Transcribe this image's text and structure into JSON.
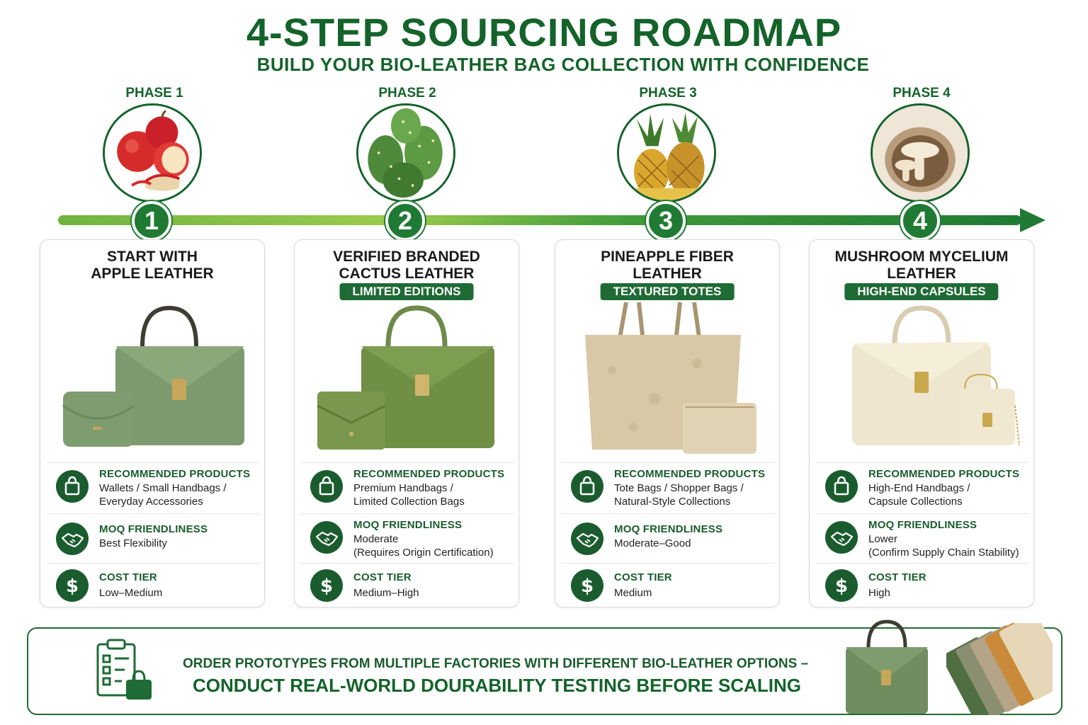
{
  "header": {
    "title": "4-STEP SOURCING ROADMAP",
    "subtitle": "BUILD YOUR BIO-LEATHER BAG COLLECTION WITH CONFIDENCE"
  },
  "colors": {
    "primary_green": "#14632a",
    "accent_green": "#1f7a33",
    "timeline_light": "#8cc63f",
    "badge_green": "#1f6b35"
  },
  "phases": [
    {
      "label": "PHASE 1",
      "number": "1",
      "title_line1": "START WITH",
      "title_line2": "APPLE LEATHER",
      "badge": "",
      "photo_icon": "apples-photo",
      "bag_icon": "green-handbag-wallet",
      "products_head": "RECOMMENDED PRODUCTS",
      "products_line1": "Wallets / Small Handbags /",
      "products_line2": "Everyday Accessories",
      "moq_head": "MOQ FRIENDLINESS",
      "moq_line1": "Best Flexibility",
      "moq_line2": "",
      "cost_head": "COST TIER",
      "cost_value": "Low–Medium"
    },
    {
      "label": "PHASE 2",
      "number": "2",
      "title_line1": "VERIFIED BRANDED",
      "title_line2": "CACTUS LEATHER",
      "badge": "LIMITED EDITIONS",
      "photo_icon": "cactus-photo",
      "bag_icon": "olive-handbag-cardholder",
      "products_head": "RECOMMENDED PRODUCTS",
      "products_line1": "Premium Handbags /",
      "products_line2": "Limited Collection Bags",
      "moq_head": "MOQ FRIENDLINESS",
      "moq_line1": "Moderate",
      "moq_line2": "(Requires Origin Certification)",
      "cost_head": "COST TIER",
      "cost_value": "Medium–High"
    },
    {
      "label": "PHASE 3",
      "number": "3",
      "title_line1": "PINEAPPLE FIBER",
      "title_line2": "LEATHER",
      "badge": "TEXTURED TOTES",
      "photo_icon": "pineapple-photo",
      "bag_icon": "beige-tote-wallet",
      "products_head": "RECOMMENDED PRODUCTS",
      "products_line1": "Tote Bags / Shopper Bags /",
      "products_line2": "Natural-Style Collections",
      "moq_head": "MOQ FRIENDLINESS",
      "moq_line1": "Moderate–Good",
      "moq_line2": "",
      "cost_head": "COST TIER",
      "cost_value": "Medium"
    },
    {
      "label": "PHASE 4",
      "number": "4",
      "title_line1": "MUSHROOM MYCELIUM",
      "title_line2": "LEATHER",
      "badge": "HIGH-END CAPSULES",
      "photo_icon": "mushroom-photo",
      "bag_icon": "cream-handbag-chainbag",
      "products_head": "RECOMMENDED PRODUCTS",
      "products_line1": "High-End Handbags /",
      "products_line2": "Capsule Collections",
      "moq_head": "MOQ FRIENDLINESS",
      "moq_line1": "Lower",
      "moq_line2": "(Confirm Supply Chain Stability)",
      "cost_head": "COST TIER",
      "cost_value": "High"
    }
  ],
  "icons": {
    "products": "shopping-bag-icon",
    "moq": "handshake-icon",
    "cost": "dollar-icon",
    "footer": "checklist-bag-icon"
  },
  "footer": {
    "line1": "ORDER PROTOTYPES FROM MULTIPLE FACTORIES WITH DIFFERENT BIO-LEATHER OPTIONS –",
    "line2": "CONDUCT REAL-WORLD DOURABILITY TESTING BEFORE SCALING"
  }
}
